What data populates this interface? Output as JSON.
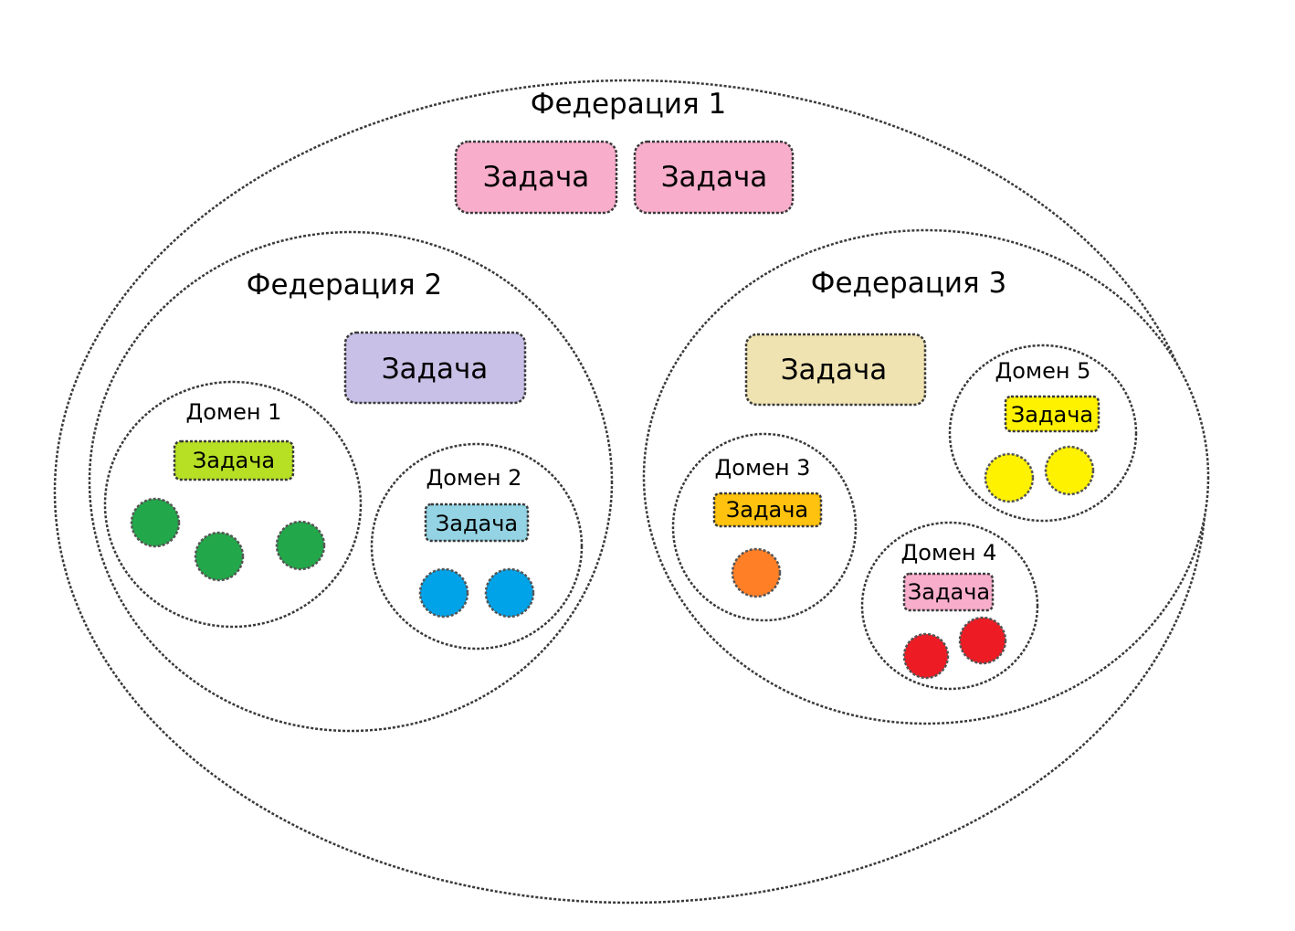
{
  "colors": {
    "outline": "#3a3a3a",
    "background": "#ffffff",
    "pink": "#f8aecb",
    "lavender": "#c8c0e6",
    "beige": "#efe3b2",
    "lime": "#b7e025",
    "light_blue": "#93d3e3",
    "amber": "#ffc20e",
    "yellow": "#fff200",
    "green": "#22a84a",
    "blue": "#00a2e8",
    "orange": "#ff7f27",
    "red": "#ed1c24"
  },
  "federation_1": {
    "title": "Федерация 1",
    "tasks": [
      {
        "label": "Задача",
        "color": "#f8aecb"
      },
      {
        "label": "Задача",
        "color": "#f8aecb"
      }
    ]
  },
  "federation_2": {
    "title": "Федерация 2",
    "task": {
      "label": "Задача",
      "color": "#c8c0e6"
    },
    "domains": [
      {
        "title": "Домен 1",
        "task": {
          "label": "Задача",
          "color": "#b7e025"
        },
        "node_color": "#22a84a",
        "node_count": 3
      },
      {
        "title": "Домен 2",
        "task": {
          "label": "Задача",
          "color": "#93d3e3"
        },
        "node_color": "#00a2e8",
        "node_count": 2
      }
    ]
  },
  "federation_3": {
    "title": "Федерация 3",
    "task": {
      "label": "Задача",
      "color": "#efe3b2"
    },
    "domains": [
      {
        "title": "Домен 3",
        "task": {
          "label": "Задача",
          "color": "#ffc20e"
        },
        "node_color": "#ff7f27",
        "node_count": 1
      },
      {
        "title": "Домен 4",
        "task": {
          "label": "Задача",
          "color": "#f8aecb"
        },
        "node_color": "#ed1c24",
        "node_count": 2
      },
      {
        "title": "Домен 5",
        "task": {
          "label": "Задача",
          "color": "#fff200"
        },
        "node_color": "#fff200",
        "node_count": 2
      }
    ]
  }
}
